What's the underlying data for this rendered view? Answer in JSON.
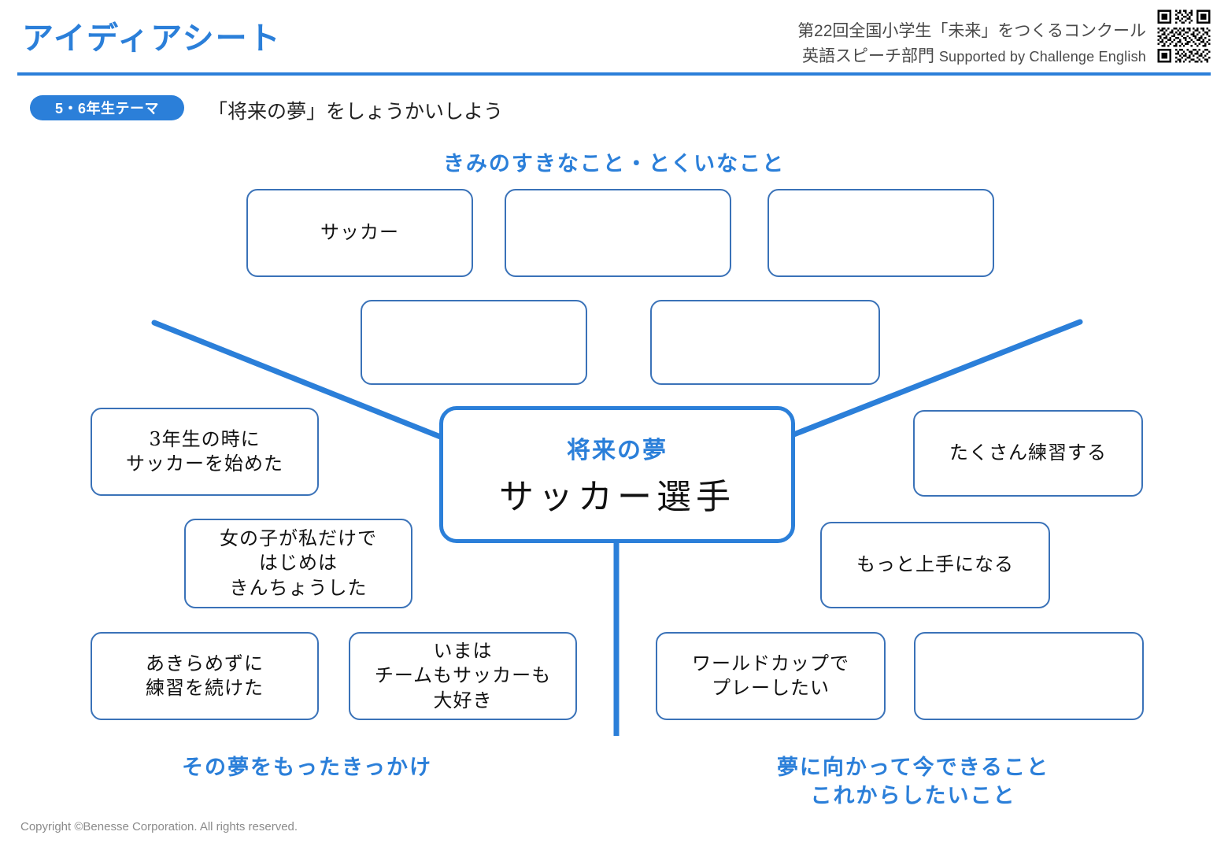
{
  "header": {
    "title": "アイディアシート",
    "contest_line1": "第22回全国小学生「未来」をつくるコンクール",
    "contest_line2_main": "英語スピーチ部門",
    "contest_line2_sup": "Supported by Challenge English",
    "qr_icon": "qr-code-icon",
    "accent_color": "#2b7fd9"
  },
  "theme": {
    "badge": "5・6年生テーマ",
    "text": "「将来の夢」をしょうかいしよう"
  },
  "captions": {
    "top": "きみのすきなこと・とくいなこと",
    "bottom_left": "その夢をもったきっかけ",
    "bottom_right": "夢に向かって今できること\nこれからしたいこと"
  },
  "center": {
    "label": "将来の夢",
    "value": "サッカー選手"
  },
  "boxes": {
    "likes_row1": [
      {
        "text": "サッカー"
      },
      {
        "text": ""
      },
      {
        "text": ""
      }
    ],
    "likes_row2": [
      {
        "text": ""
      },
      {
        "text": ""
      }
    ],
    "trigger": [
      {
        "text": "3年生の時に\nサッカーを始めた"
      },
      {
        "text": "女の子が私だけで\nはじめは\nきんちょうした"
      },
      {
        "text": "あきらめずに\n練習を続けた"
      },
      {
        "text": "いまは\nチームもサッカーも\n大好き"
      }
    ],
    "goals": [
      {
        "text": "たくさん練習する"
      },
      {
        "text": "もっと上手になる"
      },
      {
        "text": "ワールドカップで\nプレーしたい"
      },
      {
        "text": ""
      }
    ]
  },
  "footer": {
    "copyright": "Copyright ©Benesse Corporation. All rights reserved."
  }
}
